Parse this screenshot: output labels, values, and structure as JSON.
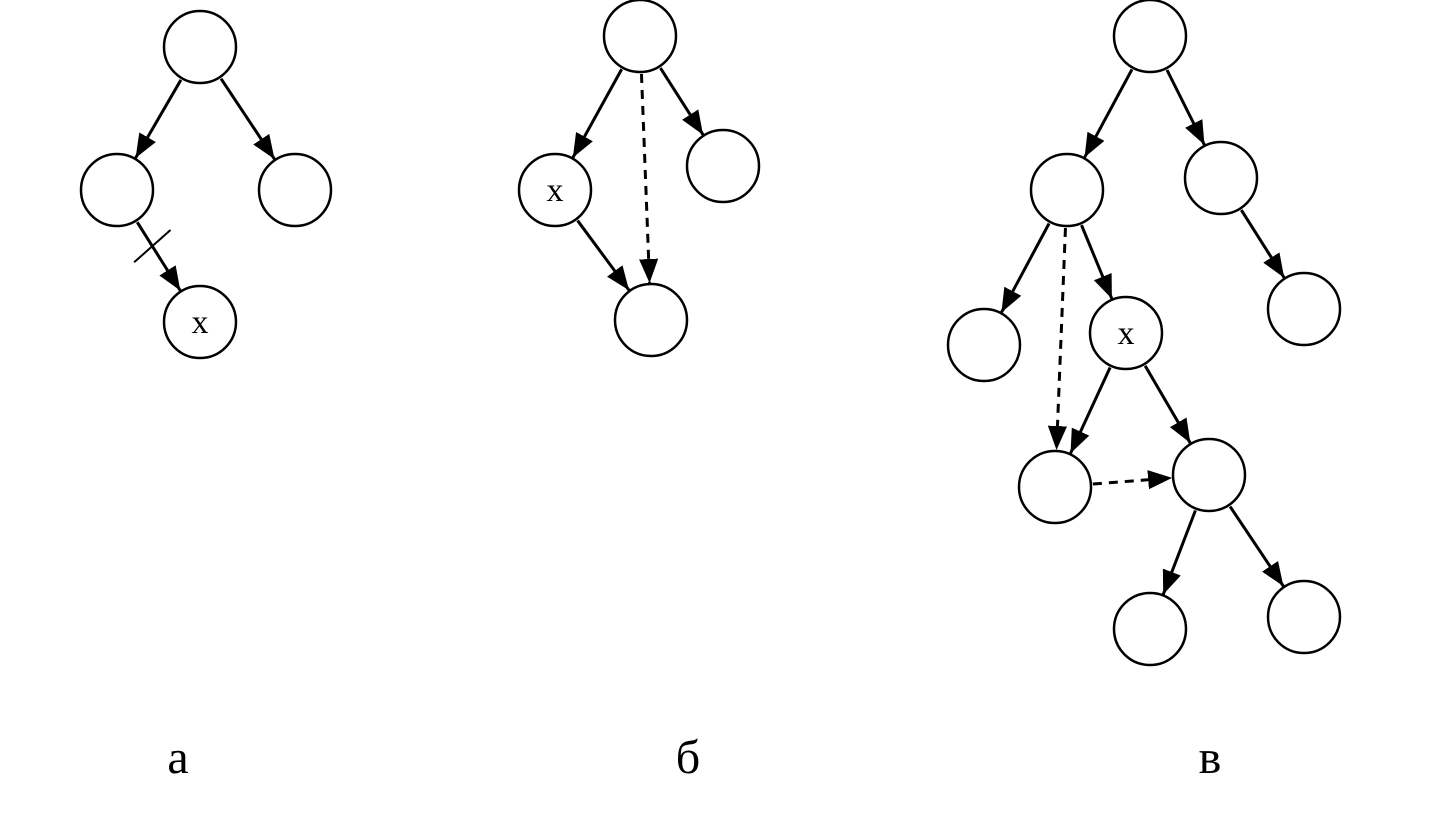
{
  "panels": [
    {
      "id": "a",
      "label": "а"
    },
    {
      "id": "b",
      "label": "б"
    },
    {
      "id": "c",
      "label": "в"
    }
  ],
  "nodes": {
    "a": [
      {
        "id": "a-root",
        "label": ""
      },
      {
        "id": "a-left",
        "label": ""
      },
      {
        "id": "a-right",
        "label": ""
      },
      {
        "id": "a-x",
        "label": "x"
      }
    ],
    "b": [
      {
        "id": "b-root",
        "label": ""
      },
      {
        "id": "b-x",
        "label": "x"
      },
      {
        "id": "b-right",
        "label": ""
      },
      {
        "id": "b-child",
        "label": ""
      }
    ],
    "c": [
      {
        "id": "c-root",
        "label": ""
      },
      {
        "id": "c-left",
        "label": ""
      },
      {
        "id": "c-right",
        "label": ""
      },
      {
        "id": "c-right-child",
        "label": ""
      },
      {
        "id": "c-ll",
        "label": ""
      },
      {
        "id": "c-x",
        "label": "x"
      },
      {
        "id": "c-xl",
        "label": ""
      },
      {
        "id": "c-xr",
        "label": ""
      },
      {
        "id": "c-xrl",
        "label": ""
      },
      {
        "id": "c-xrr",
        "label": ""
      }
    ]
  },
  "edges": {
    "a": [
      {
        "from": "a-root",
        "to": "a-left",
        "style": "solid"
      },
      {
        "from": "a-root",
        "to": "a-right",
        "style": "solid"
      },
      {
        "from": "a-left",
        "to": "a-x",
        "style": "solid",
        "cut": true
      }
    ],
    "b": [
      {
        "from": "b-root",
        "to": "b-x",
        "style": "solid"
      },
      {
        "from": "b-root",
        "to": "b-right",
        "style": "solid"
      },
      {
        "from": "b-x",
        "to": "b-child",
        "style": "solid"
      },
      {
        "from": "b-root",
        "to": "b-child",
        "style": "dashed"
      }
    ],
    "c": [
      {
        "from": "c-root",
        "to": "c-left",
        "style": "solid"
      },
      {
        "from": "c-root",
        "to": "c-right",
        "style": "solid"
      },
      {
        "from": "c-right",
        "to": "c-right-child",
        "style": "solid"
      },
      {
        "from": "c-left",
        "to": "c-ll",
        "style": "solid"
      },
      {
        "from": "c-left",
        "to": "c-x",
        "style": "solid"
      },
      {
        "from": "c-x",
        "to": "c-xl",
        "style": "solid"
      },
      {
        "from": "c-x",
        "to": "c-xr",
        "style": "solid"
      },
      {
        "from": "c-xr",
        "to": "c-xrl",
        "style": "solid"
      },
      {
        "from": "c-xr",
        "to": "c-xrr",
        "style": "solid"
      },
      {
        "from": "c-left",
        "to": "c-xl",
        "style": "dashed"
      },
      {
        "from": "c-xl",
        "to": "c-xr",
        "style": "dashed"
      }
    ]
  }
}
